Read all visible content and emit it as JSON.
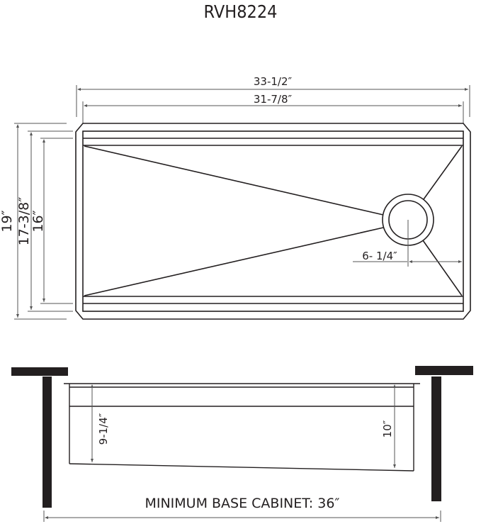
{
  "title": "RVH8224",
  "plan_view": {
    "dimensions": {
      "overall_width": "33-1/2″",
      "inner_width": "31-7/8″",
      "overall_depth": "19″",
      "inner_depth": "17-3/8″",
      "bowl_depth": "16″",
      "drain_offset": "6- 1/4″"
    }
  },
  "side_view": {
    "dimensions": {
      "front_depth": "9-1/4″",
      "rear_depth": "10″"
    },
    "cabinet_label": "MINIMUM BASE CABINET: 36″"
  },
  "colors": {
    "line": "#231f20",
    "dim_line": "#555555",
    "cabinet": "#231f20"
  }
}
